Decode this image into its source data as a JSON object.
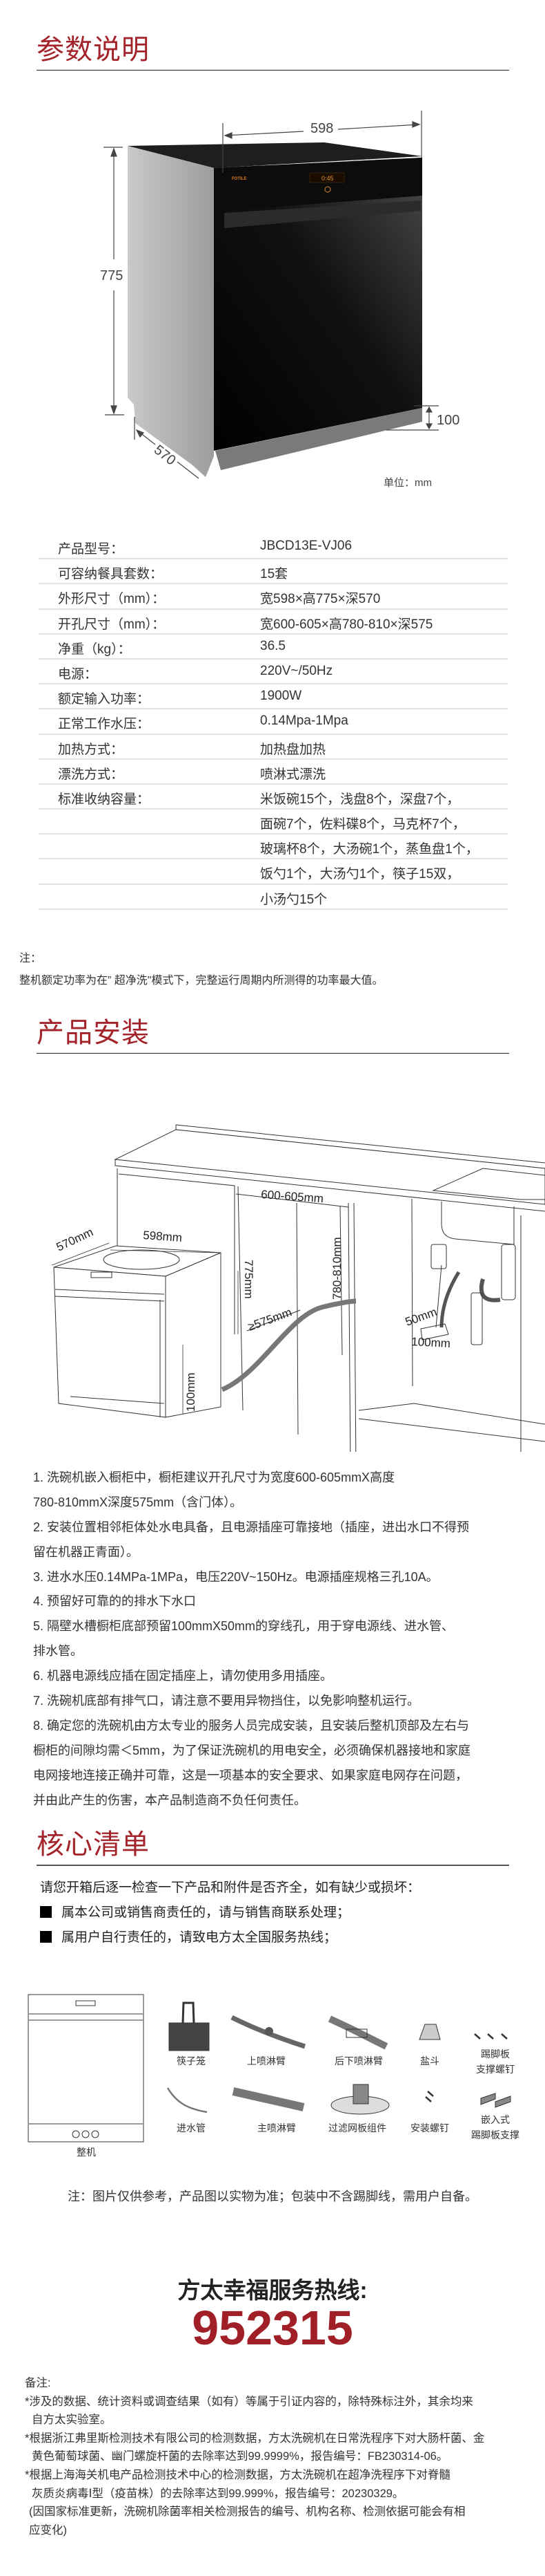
{
  "params": {
    "title": "参数说明",
    "dims": {
      "width": "598",
      "height": "775",
      "depth": "570",
      "plinth": "100",
      "unit": "单位：mm",
      "brand": "FOTILE",
      "display_time": "0:45"
    },
    "rows": [
      {
        "label": "产品型号：",
        "value": "JBCD13E-VJ06"
      },
      {
        "label": "可容纳餐具套数：",
        "value": "15套"
      },
      {
        "label": "外形尺寸（mm）：",
        "value": "宽598×高775×深570"
      },
      {
        "label": "开孔尺寸（mm）：",
        "value": "宽600-605×高780-810×深575"
      },
      {
        "label": "净重（kg）：",
        "value": "36.5"
      },
      {
        "label": "电源：",
        "value": "220V~/50Hz"
      },
      {
        "label": "额定输入功率：",
        "value": "1900W"
      },
      {
        "label": "正常工作水压：",
        "value": "0.14Mpa-1Mpa"
      },
      {
        "label": "加热方式：",
        "value": "加热盘加热"
      },
      {
        "label": "漂洗方式：",
        "value": "喷淋式漂洗"
      },
      {
        "label": "标准收纳容量：",
        "value": "米饭碗15个，浅盘8个，深盘7个，"
      }
    ],
    "capacity_more": [
      "面碗7个，佐料碟8个，马克杯7个，",
      "玻璃杯8个，大汤碗1个，蒸鱼盘1个，",
      "饭勺1个，大汤勺1个，筷子15双，",
      "小汤勺15个"
    ],
    "note_label": "注：",
    "note_text": "整机额定功率为在” 超净洗\"模式下，完整运行周期内所测得的功率最大值。"
  },
  "install": {
    "title": "产品安装",
    "diagram": {
      "opening_width": "600-605mm",
      "opening_height": "780-810mm",
      "machine_height": "775mm",
      "opening_depth": "≥575mm",
      "machine_width": "598mm",
      "machine_depth": "570mm",
      "plinth": "100mm",
      "hole_h": "50mm",
      "hole_w": "100mm"
    },
    "items": [
      [
        "1.  洗碗机嵌入橱柜中，橱柜建议开孔尺寸为宽度600-605mmX高度",
        "780-810mmX深度575mm（含门体）。"
      ],
      [
        "2.  安装位置相邻柜体处水电具备，且电源插座可靠接地（插座，进出水口不得预",
        "留在机器正青面）。"
      ],
      [
        "3.  进水水压0.14MPa-1MPa，电压220V~150Hz。电源插座规格三孔10A。"
      ],
      [
        "4.  预留好可靠的的排水下水口"
      ],
      [
        "5.  隔壁水槽橱柜底部预留100mmX50mm的穿线孔，用于穿电源线、进水管、",
        "排水管。"
      ],
      [
        "6.  机器电源线应插在固定插座上，请勿使用多用插座。"
      ],
      [
        "7.  洗碗机底部有排气口，请注意不要用异物挡住，以免影响整机运行。"
      ],
      [
        "8.  确定您的洗碗机由方太专业的服务人员完成安装，且安装后整机顶部及左右与",
        "橱柜的间隙均需＜5mm，为了保证洗碗机的用电安全，必须确保机器接地和家庭",
        "电网接地连接正确并可靠，这是一项基本的安全要求、如果家庭电网存在问题，",
        "并由此产生的伤害，本产品制造商不负任何责任。"
      ]
    ]
  },
  "checklist": {
    "title": "核心清单",
    "intro": "请您开箱后逐一检查一下产品和附件是否齐全，如有缺少或损坏：",
    "bullets": [
      "属本公司或销售商责任的，请与销售商联系处理；",
      "属用户自行责任的，请致电方太全国服务热线；"
    ],
    "machine_label": "整机",
    "accessories": [
      [
        "筷子笼"
      ],
      [
        "上喷淋臂"
      ],
      [
        "后下喷淋臂"
      ],
      [
        "盐斗"
      ],
      [
        "踢脚板",
        "支撑螺钉"
      ],
      [
        "进水管"
      ],
      [
        "主喷淋臂"
      ],
      [
        "过滤网板组件"
      ],
      [
        "安装螺钉"
      ],
      [
        "嵌入式",
        "踢脚板支撑"
      ]
    ],
    "note": "注：图片仅供参考，产品图以实物为准；包装中不含踢脚线，需用户自备。"
  },
  "hotline": {
    "title": "方太幸福服务热线:",
    "number": "952315"
  },
  "remarks": {
    "title": "备注:",
    "lines": [
      {
        "text": "*涉及的数据、统计资料或调查结果（如有）等属于引证内容的，除特殊标注外，其余均来",
        "indent": false
      },
      {
        "text": "自方太实验室。",
        "indent": true
      },
      {
        "text": "*根据浙江弗里斯检测技术有限公司的检测数据，方太洗碗机在日常洗程序下对大肠杆菌、金",
        "indent": false
      },
      {
        "text": "黄色葡萄球菌、幽门螺旋杆菌的去除率达到99.9999%，报告编号：FB230314-06。",
        "indent": true
      },
      {
        "text": "*根据上海海关机电产品检测技术中心的检测数据，方太洗碗机在超净洗程序下对脊髓",
        "indent": false
      },
      {
        "text": "灰质炎病毒Ⅰ型（疫苗株）的去除率达到99.999%，报告编号：20230329。",
        "indent": true
      },
      {
        "text": "(因国家标准更新，洗碗机除菌率相关检测报告的编号、机构名称、检测依据可能会有相",
        "indent": true
      },
      {
        "text": "应变化)",
        "indent": true
      }
    ]
  },
  "colors": {
    "accent": "#a3242a",
    "hotline": "#a11f26"
  }
}
